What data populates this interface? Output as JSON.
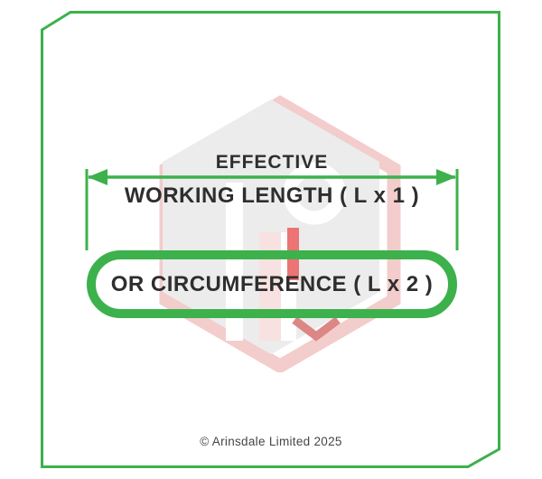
{
  "diagram": {
    "effective_label": "EFFECTIVE",
    "working_length_label": "WORKING LENGTH ( L x 1 )",
    "circumference_label": "OR CIRCUMFERENCE ( L x 2 )"
  },
  "footer": {
    "copyright": "© Arinsdale Limited 2025"
  },
  "colors": {
    "accent_green": "#3cb14c",
    "text_dark": "#2e2e2e",
    "footer_grey": "#454545",
    "wm_grey": "#eaeaea",
    "wm_pink": "#f2c7c7",
    "wm_pink_light": "#f7dede",
    "wm_red": "#ea6666",
    "wm_red_dark": "#d97a7a"
  },
  "icons": {
    "watermark": "arinsdale-hexagon-logo-watermark",
    "arrow": "double-headed-dimension-arrow"
  }
}
